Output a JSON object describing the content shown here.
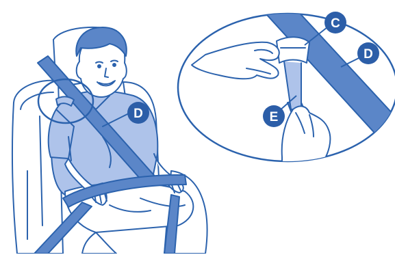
{
  "callouts": {
    "left_d": "D",
    "inset_c": "C",
    "inset_d": "D",
    "inset_e": "E"
  },
  "colors": {
    "line": "#2b62ad",
    "belt": "#5b86c8",
    "shirt": "#aec3ea",
    "skin": "#ffffff",
    "badge": "#2c5ea8",
    "badge_text": "#ffffff"
  }
}
